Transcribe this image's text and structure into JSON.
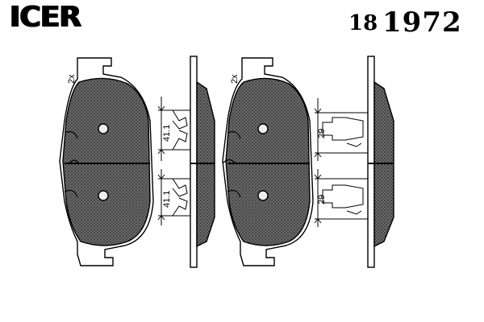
{
  "brand": {
    "name": "ICER"
  },
  "part": {
    "prefix": "18",
    "number": "1972"
  },
  "labels": {
    "qty_left": "2x",
    "qty_right": "2x",
    "dim_upper_left": "41.1",
    "dim_lower_left": "41.1",
    "dim_upper_right": "29",
    "dim_lower_right": "29"
  },
  "colors": {
    "line": "#000000",
    "pad": "#5a5a5a"
  }
}
